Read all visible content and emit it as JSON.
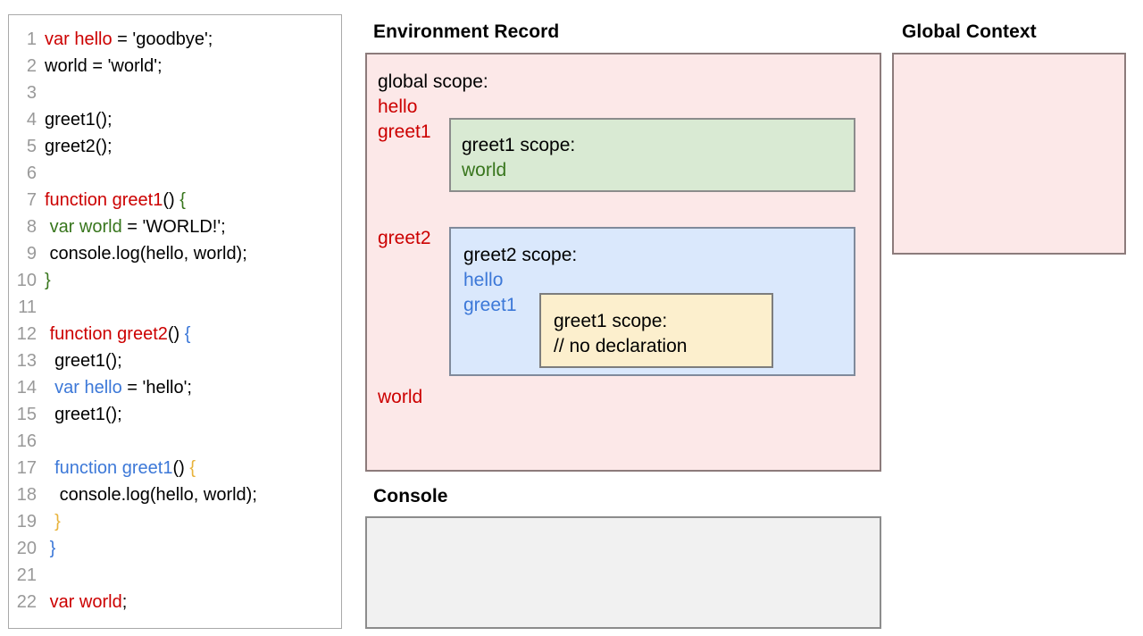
{
  "code_panel": {
    "name": "javascript-source-code",
    "lines": [
      {
        "n": "1",
        "tokens": [
          {
            "t": "var hello",
            "c": "red"
          },
          {
            "t": " = 'goodbye';",
            "c": "black"
          }
        ]
      },
      {
        "n": "2",
        "tokens": [
          {
            "t": "world = 'world';",
            "c": "black"
          }
        ]
      },
      {
        "n": "3",
        "tokens": [
          {
            "t": "",
            "c": "black"
          }
        ]
      },
      {
        "n": "4",
        "tokens": [
          {
            "t": "greet1();",
            "c": "black"
          }
        ]
      },
      {
        "n": "5",
        "tokens": [
          {
            "t": "greet2();",
            "c": "black"
          }
        ]
      },
      {
        "n": "6",
        "tokens": [
          {
            "t": "",
            "c": "black"
          }
        ]
      },
      {
        "n": "7",
        "tokens": [
          {
            "t": "function greet1",
            "c": "red"
          },
          {
            "t": "() ",
            "c": "black"
          },
          {
            "t": "{",
            "c": "green"
          }
        ]
      },
      {
        "n": "8",
        "tokens": [
          {
            "t": " ",
            "c": "black"
          },
          {
            "t": "var world",
            "c": "green"
          },
          {
            "t": " = 'WORLD!';",
            "c": "black"
          }
        ]
      },
      {
        "n": "9",
        "tokens": [
          {
            "t": " console.log(hello, world);",
            "c": "black"
          }
        ]
      },
      {
        "n": "10",
        "tokens": [
          {
            "t": "}",
            "c": "green"
          }
        ]
      },
      {
        "n": "11",
        "tokens": [
          {
            "t": "",
            "c": "black"
          }
        ]
      },
      {
        "n": "12",
        "tokens": [
          {
            "t": " ",
            "c": "black"
          },
          {
            "t": "function greet2",
            "c": "red"
          },
          {
            "t": "() ",
            "c": "black"
          },
          {
            "t": "{",
            "c": "blue"
          }
        ]
      },
      {
        "n": "13",
        "tokens": [
          {
            "t": "  greet1();",
            "c": "black"
          }
        ]
      },
      {
        "n": "14",
        "tokens": [
          {
            "t": "  ",
            "c": "black"
          },
          {
            "t": "var hello",
            "c": "blue"
          },
          {
            "t": " = 'hello';",
            "c": "black"
          }
        ]
      },
      {
        "n": "15",
        "tokens": [
          {
            "t": "  greet1();",
            "c": "black"
          }
        ]
      },
      {
        "n": "16",
        "tokens": [
          {
            "t": "",
            "c": "black"
          }
        ]
      },
      {
        "n": "17",
        "tokens": [
          {
            "t": "  ",
            "c": "black"
          },
          {
            "t": "function greet1",
            "c": "blue"
          },
          {
            "t": "() ",
            "c": "black"
          },
          {
            "t": "{",
            "c": "orange"
          }
        ]
      },
      {
        "n": "18",
        "tokens": [
          {
            "t": "   console.log(hello, world);",
            "c": "black"
          }
        ]
      },
      {
        "n": "19",
        "tokens": [
          {
            "t": "  ",
            "c": "black"
          },
          {
            "t": "}",
            "c": "orange"
          }
        ]
      },
      {
        "n": "20",
        "tokens": [
          {
            "t": " ",
            "c": "black"
          },
          {
            "t": "}",
            "c": "blue"
          }
        ]
      },
      {
        "n": "21",
        "tokens": [
          {
            "t": "",
            "c": "black"
          }
        ]
      },
      {
        "n": "22",
        "tokens": [
          {
            "t": " ",
            "c": "black"
          },
          {
            "t": "var world",
            "c": "red"
          },
          {
            "t": ";",
            "c": "black"
          }
        ]
      }
    ]
  },
  "environment_record": {
    "title": "Environment Record",
    "global_scope_title": "global scope:",
    "global_bindings": {
      "hello": "hello",
      "greet1": "greet1",
      "greet2": "greet2",
      "world": "world"
    },
    "greet1_scope": {
      "title": "greet1 scope:",
      "bindings": [
        "world"
      ]
    },
    "greet2_scope": {
      "title": "greet2 scope:",
      "bindings": [
        "hello",
        "greet1"
      ]
    },
    "greet1_inner_scope": {
      "title": "greet1 scope:",
      "comment": "// no declaration"
    }
  },
  "global_context": {
    "title": "Global Context",
    "content": ""
  },
  "console": {
    "title": "Console",
    "content": ""
  },
  "colors": {
    "red": "#cc0000",
    "green": "#38761d",
    "blue": "#3c78d8",
    "orange": "#e8b33c",
    "gutter_gray": "#999999",
    "pink_fill": "#fce8e8",
    "green_fill": "#d9ead3",
    "blue_fill": "#dae8fc",
    "yellow_fill": "#fcefcd",
    "console_fill": "#f1f1f1"
  }
}
